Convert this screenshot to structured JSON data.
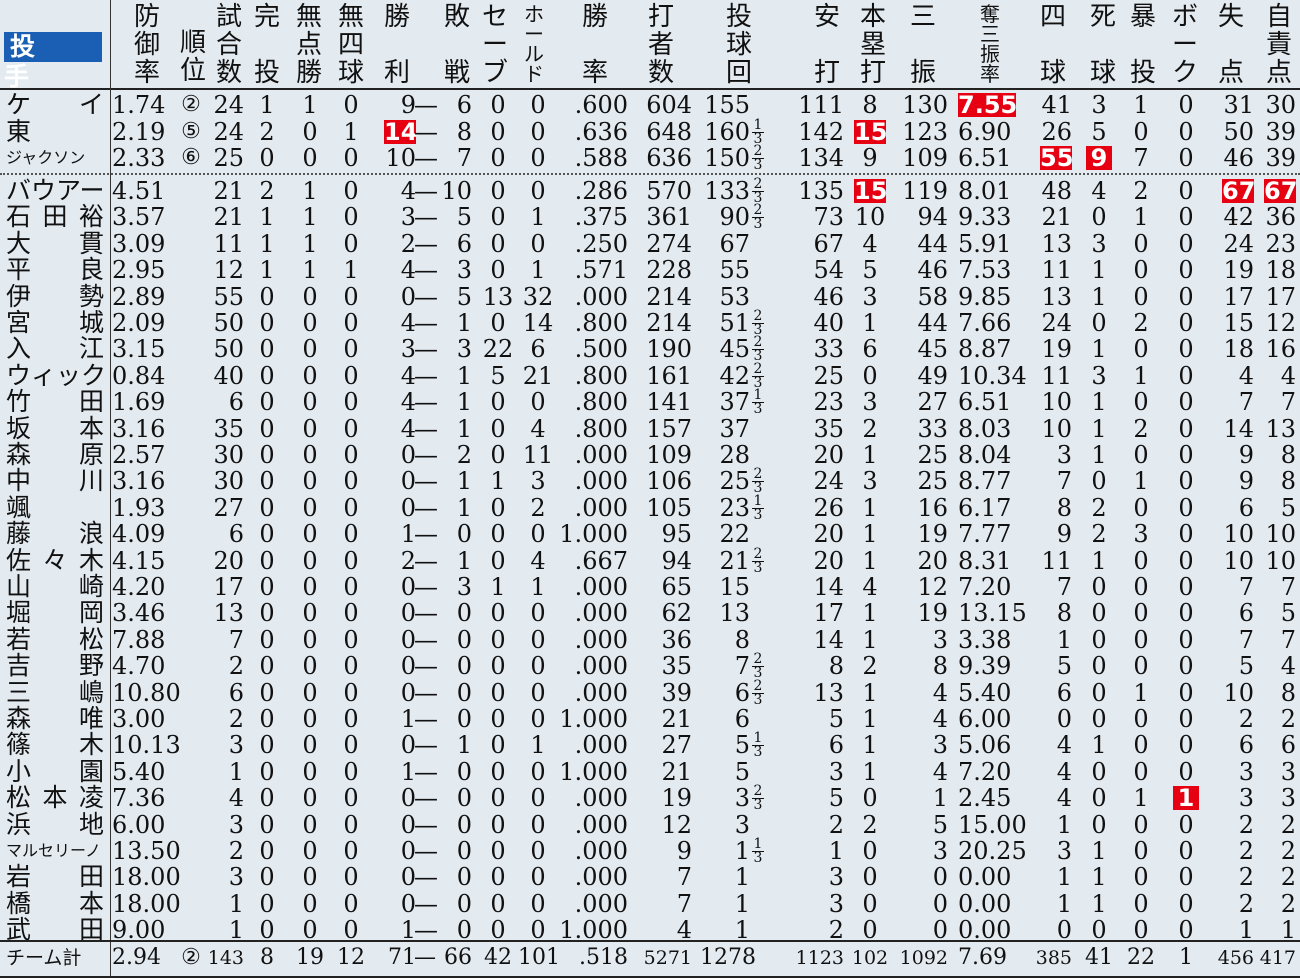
{
  "title": "投　手",
  "columns": [
    {
      "key": "era",
      "h": [
        "防",
        "御",
        "率"
      ]
    },
    {
      "key": "rank",
      "h": [
        "順",
        "位"
      ]
    },
    {
      "key": "games",
      "h": [
        "試",
        "合",
        "数"
      ]
    },
    {
      "key": "cg",
      "h": [
        "完",
        "",
        "投"
      ]
    },
    {
      "key": "sho",
      "h": [
        "無",
        "点",
        "勝"
      ]
    },
    {
      "key": "nobb",
      "h": [
        "無",
        "四",
        "球"
      ]
    },
    {
      "key": "w",
      "h": [
        "勝",
        "",
        "利"
      ]
    },
    {
      "key": "l",
      "h": [
        "敗",
        "",
        "戦"
      ]
    },
    {
      "key": "sv",
      "h": [
        "セ",
        "ー",
        "ブ"
      ]
    },
    {
      "key": "hld",
      "h": [
        "ホ",
        "ー",
        "ル",
        "ド"
      ]
    },
    {
      "key": "pct",
      "h": [
        "勝",
        "",
        "率"
      ]
    },
    {
      "key": "bf",
      "h": [
        "打",
        "者",
        "数"
      ]
    },
    {
      "key": "ip",
      "h": [
        "投",
        "球",
        "回"
      ]
    },
    {
      "key": "h",
      "h": [
        "安",
        "",
        "打"
      ]
    },
    {
      "key": "hr",
      "h": [
        "本",
        "塁",
        "打"
      ]
    },
    {
      "key": "so",
      "h": [
        "三",
        "",
        "振"
      ]
    },
    {
      "key": "k9",
      "h": [
        "奪",
        "三",
        "振",
        "率"
      ]
    },
    {
      "key": "bb",
      "h": [
        "四",
        "",
        "球"
      ]
    },
    {
      "key": "hbp",
      "h": [
        "死",
        "",
        "球"
      ]
    },
    {
      "key": "wp",
      "h": [
        "暴",
        "",
        "投"
      ]
    },
    {
      "key": "bk",
      "h": [
        "ボ",
        "ー",
        "ク"
      ]
    },
    {
      "key": "r",
      "h": [
        "失",
        "",
        "点"
      ]
    },
    {
      "key": "er",
      "h": [
        "自",
        "責",
        "点"
      ]
    }
  ],
  "rows": [
    [
      "ケ　イ",
      "1.74",
      "②",
      "24",
      "1",
      "1",
      "0",
      "9",
      "6",
      "0",
      "0",
      ".600",
      "604",
      "155",
      "",
      "111",
      "8",
      "130",
      "7.55",
      "41",
      "3",
      "1",
      "0",
      "31",
      "30"
    ],
    [
      "東",
      "2.19",
      "⑤",
      "24",
      "2",
      "0",
      "1",
      "14",
      "8",
      "0",
      "0",
      ".636",
      "648",
      "160",
      "1/3",
      "142",
      "15",
      "123",
      "6.90",
      "26",
      "5",
      "0",
      "0",
      "50",
      "39"
    ],
    [
      "ジャクソン",
      "2.33",
      "⑥",
      "25",
      "0",
      "0",
      "0",
      "10",
      "7",
      "0",
      "0",
      ".588",
      "636",
      "150",
      "2/3",
      "134",
      "9",
      "109",
      "6.51",
      "55",
      "9",
      "7",
      "0",
      "46",
      "39"
    ],
    [
      "バウアー",
      "4.51",
      "",
      "21",
      "2",
      "1",
      "0",
      "4",
      "10",
      "0",
      "0",
      ".286",
      "570",
      "133",
      "2/3",
      "135",
      "15",
      "119",
      "8.01",
      "48",
      "4",
      "2",
      "0",
      "67",
      "67"
    ],
    [
      "石田裕",
      "3.57",
      "",
      "21",
      "1",
      "1",
      "0",
      "3",
      "5",
      "0",
      "1",
      ".375",
      "361",
      "90",
      "2/3",
      "73",
      "10",
      "94",
      "9.33",
      "21",
      "0",
      "1",
      "0",
      "42",
      "36"
    ],
    [
      "大　貫",
      "3.09",
      "",
      "11",
      "1",
      "1",
      "0",
      "2",
      "6",
      "0",
      "0",
      ".250",
      "274",
      "67",
      "",
      "67",
      "4",
      "44",
      "5.91",
      "13",
      "3",
      "0",
      "0",
      "24",
      "23"
    ],
    [
      "平　良",
      "2.95",
      "",
      "12",
      "1",
      "1",
      "1",
      "4",
      "3",
      "0",
      "1",
      ".571",
      "228",
      "55",
      "",
      "54",
      "5",
      "46",
      "7.53",
      "11",
      "1",
      "0",
      "0",
      "19",
      "18"
    ],
    [
      "伊　勢",
      "2.89",
      "",
      "55",
      "0",
      "0",
      "0",
      "0",
      "5",
      "13",
      "32",
      ".000",
      "214",
      "53",
      "",
      "46",
      "3",
      "58",
      "9.85",
      "13",
      "1",
      "0",
      "0",
      "17",
      "17"
    ],
    [
      "宮　城",
      "2.09",
      "",
      "50",
      "0",
      "0",
      "0",
      "4",
      "1",
      "0",
      "14",
      ".800",
      "214",
      "51",
      "2/3",
      "40",
      "1",
      "44",
      "7.66",
      "24",
      "0",
      "2",
      "0",
      "15",
      "12"
    ],
    [
      "入　江",
      "3.15",
      "",
      "50",
      "0",
      "0",
      "0",
      "3",
      "3",
      "22",
      "6",
      ".500",
      "190",
      "45",
      "2/3",
      "33",
      "6",
      "45",
      "8.87",
      "19",
      "1",
      "0",
      "0",
      "18",
      "16"
    ],
    [
      "ウィック",
      "0.84",
      "",
      "40",
      "0",
      "0",
      "0",
      "4",
      "1",
      "5",
      "21",
      ".800",
      "161",
      "42",
      "2/3",
      "25",
      "0",
      "49",
      "10.34",
      "11",
      "3",
      "1",
      "0",
      "4",
      "4"
    ],
    [
      "竹　田",
      "1.69",
      "",
      "6",
      "0",
      "0",
      "0",
      "4",
      "1",
      "0",
      "0",
      ".800",
      "141",
      "37",
      "1/3",
      "23",
      "3",
      "27",
      "6.51",
      "10",
      "1",
      "0",
      "0",
      "7",
      "7"
    ],
    [
      "坂　本",
      "3.16",
      "",
      "35",
      "0",
      "0",
      "0",
      "4",
      "1",
      "0",
      "4",
      ".800",
      "157",
      "37",
      "",
      "35",
      "2",
      "33",
      "8.03",
      "10",
      "1",
      "2",
      "0",
      "14",
      "13"
    ],
    [
      "森原",
      "2.57",
      "",
      "30",
      "0",
      "0",
      "0",
      "0",
      "2",
      "0",
      "11",
      ".000",
      "109",
      "28",
      "",
      "20",
      "1",
      "25",
      "8.04",
      "3",
      "1",
      "0",
      "0",
      "9",
      "8"
    ],
    [
      "中　川",
      "3.16",
      "",
      "30",
      "0",
      "0",
      "0",
      "0",
      "1",
      "1",
      "3",
      ".000",
      "106",
      "25",
      "2/3",
      "24",
      "3",
      "25",
      "8.77",
      "7",
      "0",
      "1",
      "0",
      "9",
      "8"
    ],
    [
      "颯",
      "1.93",
      "",
      "27",
      "0",
      "0",
      "0",
      "0",
      "1",
      "0",
      "2",
      ".000",
      "105",
      "23",
      "1/3",
      "26",
      "1",
      "16",
      "6.17",
      "8",
      "2",
      "0",
      "0",
      "6",
      "5"
    ],
    [
      "藤　浪",
      "4.09",
      "",
      "6",
      "0",
      "0",
      "0",
      "1",
      "0",
      "0",
      "0",
      "1.000",
      "95",
      "22",
      "",
      "20",
      "1",
      "19",
      "7.77",
      "9",
      "2",
      "3",
      "0",
      "10",
      "10"
    ],
    [
      "佐々木",
      "4.15",
      "",
      "20",
      "0",
      "0",
      "0",
      "2",
      "1",
      "0",
      "4",
      ".667",
      "94",
      "21",
      "2/3",
      "20",
      "1",
      "20",
      "8.31",
      "11",
      "1",
      "0",
      "0",
      "10",
      "10"
    ],
    [
      "山　崎",
      "4.20",
      "",
      "17",
      "0",
      "0",
      "0",
      "0",
      "3",
      "1",
      "1",
      ".000",
      "65",
      "15",
      "",
      "14",
      "4",
      "12",
      "7.20",
      "7",
      "0",
      "0",
      "0",
      "7",
      "7"
    ],
    [
      "堀　岡",
      "3.46",
      "",
      "13",
      "0",
      "0",
      "0",
      "0",
      "0",
      "0",
      "0",
      ".000",
      "62",
      "13",
      "",
      "17",
      "1",
      "19",
      "13.15",
      "8",
      "0",
      "0",
      "0",
      "6",
      "5"
    ],
    [
      "若　松",
      "7.88",
      "",
      "7",
      "0",
      "0",
      "0",
      "0",
      "0",
      "0",
      "0",
      ".000",
      "36",
      "8",
      "",
      "14",
      "1",
      "3",
      "3.38",
      "1",
      "0",
      "0",
      "0",
      "7",
      "7"
    ],
    [
      "吉　野",
      "4.70",
      "",
      "2",
      "0",
      "0",
      "0",
      "0",
      "0",
      "0",
      "0",
      ".000",
      "35",
      "7",
      "2/3",
      "8",
      "2",
      "8",
      "9.39",
      "5",
      "0",
      "0",
      "0",
      "5",
      "4"
    ],
    [
      "三　嶋",
      "10.80",
      "",
      "6",
      "0",
      "0",
      "0",
      "0",
      "0",
      "0",
      "0",
      ".000",
      "39",
      "6",
      "2/3",
      "13",
      "1",
      "4",
      "5.40",
      "6",
      "0",
      "1",
      "0",
      "10",
      "8"
    ],
    [
      "森　唯",
      "3.00",
      "",
      "2",
      "0",
      "0",
      "0",
      "1",
      "0",
      "0",
      "0",
      "1.000",
      "21",
      "6",
      "",
      "5",
      "1",
      "4",
      "6.00",
      "0",
      "0",
      "0",
      "0",
      "2",
      "2"
    ],
    [
      "篠　木",
      "10.13",
      "",
      "3",
      "0",
      "0",
      "0",
      "0",
      "1",
      "0",
      "1",
      ".000",
      "27",
      "5",
      "1/3",
      "6",
      "1",
      "3",
      "5.06",
      "4",
      "1",
      "0",
      "0",
      "6",
      "6"
    ],
    [
      "小　園",
      "5.40",
      "",
      "1",
      "0",
      "0",
      "0",
      "1",
      "0",
      "0",
      "0",
      "1.000",
      "21",
      "5",
      "",
      "3",
      "1",
      "4",
      "7.20",
      "4",
      "0",
      "0",
      "0",
      "3",
      "3"
    ],
    [
      "松本凌",
      "7.36",
      "",
      "4",
      "0",
      "0",
      "0",
      "0",
      "0",
      "0",
      "0",
      ".000",
      "19",
      "3",
      "2/3",
      "5",
      "0",
      "1",
      "2.45",
      "4",
      "0",
      "1",
      "1",
      "3",
      "3"
    ],
    [
      "浜　地",
      "6.00",
      "",
      "3",
      "0",
      "0",
      "0",
      "0",
      "0",
      "0",
      "0",
      ".000",
      "12",
      "3",
      "",
      "2",
      "2",
      "5",
      "15.00",
      "1",
      "0",
      "0",
      "0",
      "2",
      "2"
    ],
    [
      "マルセリーノ",
      "13.50",
      "",
      "2",
      "0",
      "0",
      "0",
      "0",
      "0",
      "0",
      "0",
      ".000",
      "9",
      "1",
      "1/3",
      "1",
      "0",
      "3",
      "20.25",
      "3",
      "1",
      "0",
      "0",
      "2",
      "2"
    ],
    [
      "岩　田",
      "18.00",
      "",
      "3",
      "0",
      "0",
      "0",
      "0",
      "0",
      "0",
      "0",
      ".000",
      "7",
      "1",
      "",
      "3",
      "0",
      "0",
      "0.00",
      "1",
      "1",
      "0",
      "0",
      "2",
      "2"
    ],
    [
      "橋　本",
      "18.00",
      "",
      "1",
      "0",
      "0",
      "0",
      "0",
      "0",
      "0",
      "0",
      ".000",
      "7",
      "1",
      "",
      "3",
      "0",
      "0",
      "0.00",
      "1",
      "1",
      "0",
      "0",
      "2",
      "2"
    ],
    [
      "武　田",
      "9.00",
      "",
      "1",
      "0",
      "0",
      "0",
      "1",
      "0",
      "0",
      "0",
      "1.000",
      "4",
      "1",
      "",
      "2",
      "0",
      "0",
      "0.00",
      "0",
      "0",
      "0",
      "0",
      "1",
      "1"
    ]
  ],
  "team": [
    "チーム計",
    "2.94",
    "②",
    "143",
    "8",
    "19",
    "12",
    "71",
    "66",
    "42",
    "101",
    ".518",
    "5271",
    "1278",
    "",
    "1123",
    "102",
    "1092",
    "7.69",
    "385",
    "41",
    "22",
    "1",
    "456",
    "417"
  ],
  "highlights": [
    [
      0,
      18
    ],
    [
      1,
      7
    ],
    [
      1,
      16
    ],
    [
      2,
      19
    ],
    [
      2,
      20
    ],
    [
      3,
      16
    ],
    [
      3,
      23
    ],
    [
      3,
      24
    ],
    [
      26,
      22
    ]
  ],
  "colors": {
    "highlight": "#e60012",
    "title_bg": "#1a5fb4",
    "background": "#e3eaf0"
  }
}
